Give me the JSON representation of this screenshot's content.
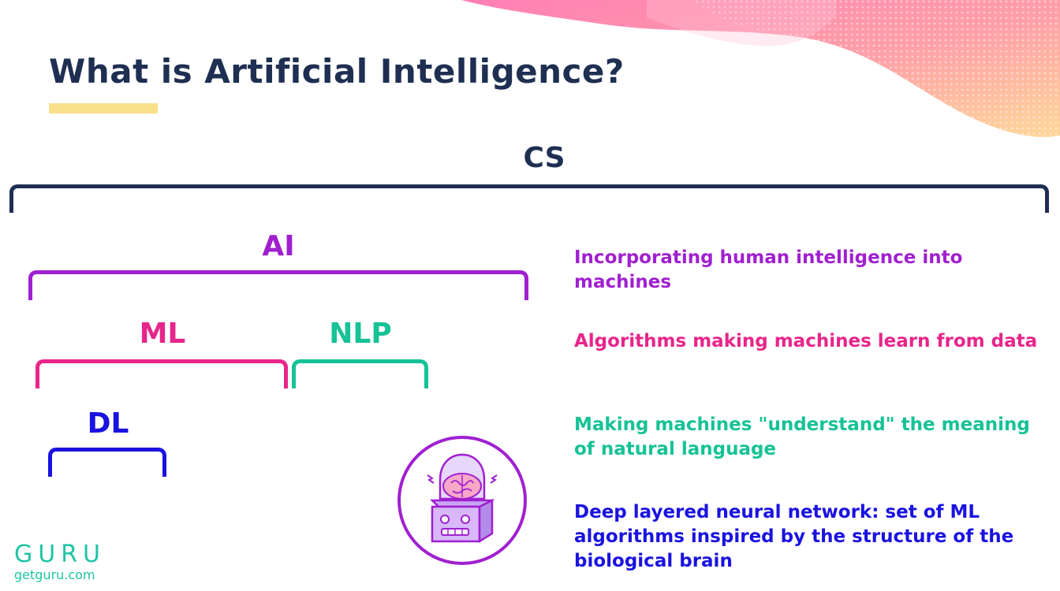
{
  "slide": {
    "title": "What is Artificial Intelligence?"
  },
  "colors": {
    "navy": "#1e2f52",
    "purple": "#a020d0",
    "pink": "#e8258a",
    "teal": "#16c296",
    "blue": "#1a12e0",
    "accent_yellow": "#f9e08a",
    "brand_teal": "#1fc4a4"
  },
  "brackets": {
    "cs": {
      "label": "CS"
    },
    "ai": {
      "label": "AI"
    },
    "ml": {
      "label": "ML"
    },
    "nlp": {
      "label": "NLP"
    },
    "dl": {
      "label": "DL"
    }
  },
  "descriptions": [
    {
      "key": "ai",
      "text": "Incorporating human intelligence into machines"
    },
    {
      "key": "ml",
      "text": "Algorithms making machines learn from data"
    },
    {
      "key": "nlp",
      "text": "Making machines \"understand\" the meaning of natural language"
    },
    {
      "key": "dl",
      "text": "Deep layered neural network: set of ML algorithms inspired by the structure of the biological brain"
    }
  ],
  "illustration": {
    "icon": "robot-brain-icon"
  },
  "logo": {
    "wordmark": "GURU",
    "url": "getguru.com"
  }
}
